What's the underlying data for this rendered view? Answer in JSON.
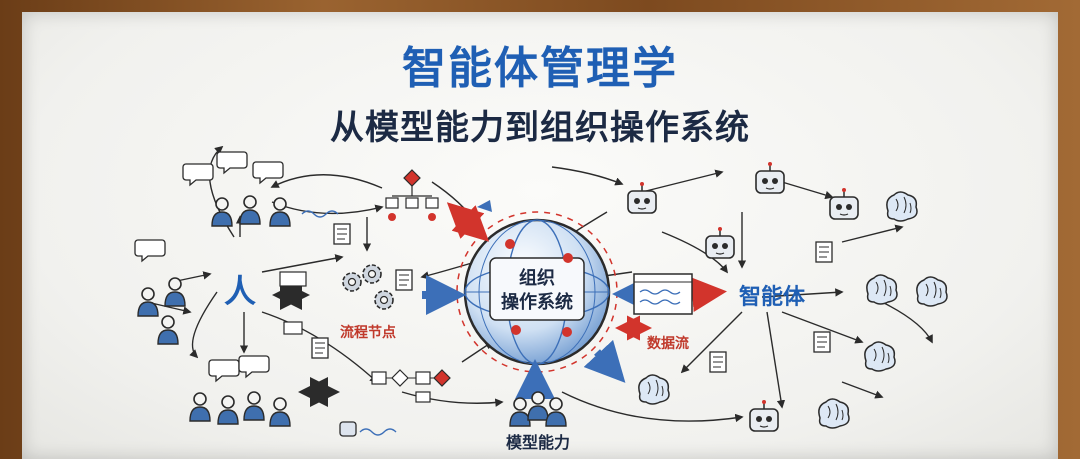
{
  "title": "智能体管理学",
  "subtitle": "从模型能力到组织操作系统",
  "nodes": {
    "human": "人",
    "process": "流程节点",
    "core_line1": "组织",
    "core_line2": "操作系统",
    "agent": "智能体",
    "dataflow": "数据流",
    "model": "模型能力"
  },
  "colors": {
    "title": "#1f5fb4",
    "subtitle": "#1c2a44",
    "blue_arrow": "#3c6fb8",
    "red_arrow": "#d2342c",
    "ink": "#2b2b2b"
  }
}
